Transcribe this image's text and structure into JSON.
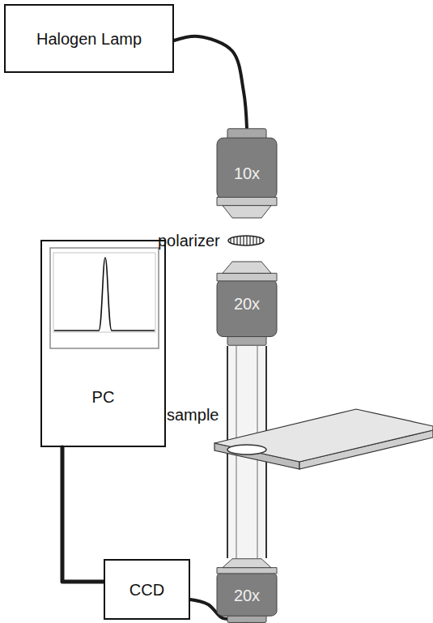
{
  "diagram": {
    "nodes": [
      {
        "text": [
          "Halogen Lamp"
        ]
      },
      {
        "text": [
          "10x"
        ]
      },
      {
        "text": [
          "20x"
        ]
      },
      {
        "text": [
          "PC"
        ]
      },
      {
        "text": [
          "CCD"
        ]
      },
      {
        "text": [
          "20x"
        ]
      }
    ],
    "edges": [
      {
        "from": 0,
        "to": 1,
        "arrow": "none"
      },
      {
        "from": 2,
        "to": 5,
        "arrow": "none"
      },
      {
        "from": 3,
        "to": 4,
        "arrow": "none"
      },
      {
        "from": 4,
        "to": 5,
        "arrow": "none"
      }
    ],
    "labels": [
      "polarizer",
      "sample"
    ]
  }
}
